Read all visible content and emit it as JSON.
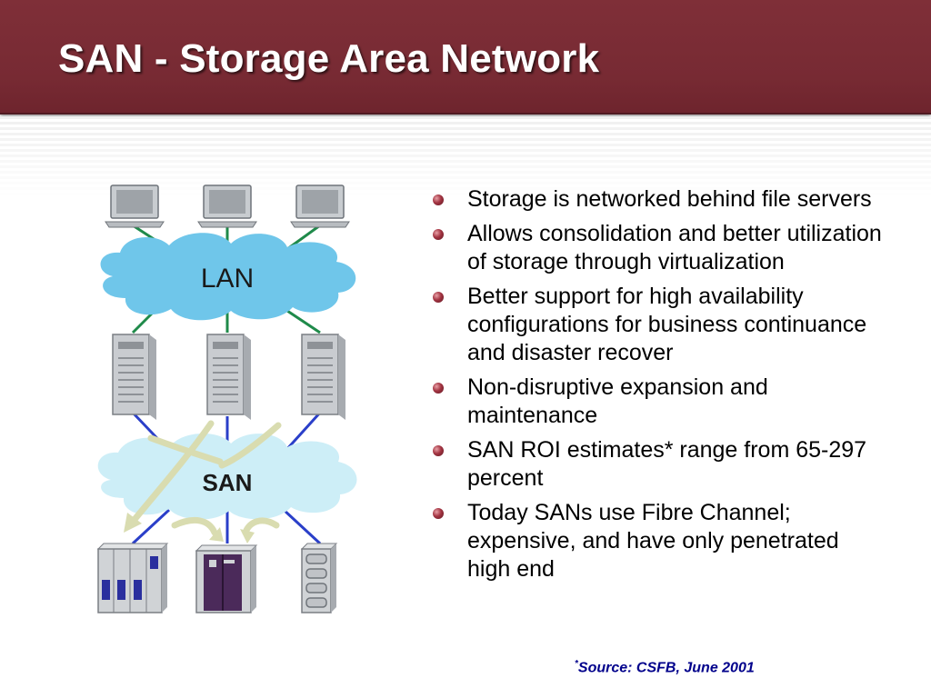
{
  "slide": {
    "title": "SAN - Storage Area Network"
  },
  "diagram": {
    "lan_label": "LAN",
    "san_label": "SAN",
    "client_icon": "desktop-computer-icon",
    "server_icon": "tower-server-icon",
    "storage_icons": [
      "disk-array-icon",
      "tape-library-icon",
      "disk-stack-icon"
    ],
    "colors": {
      "lan_cloud": "#6fc6ea",
      "san_cloud": "#cdeef7",
      "lan_links": "#1f8a4a",
      "san_links": "#2a3fc9",
      "data_paths": "#d9dcb0"
    }
  },
  "bullets": [
    "Storage is networked behind file servers",
    "Allows consolidation and better utilization of storage through virtualization",
    "Better support for high availability configurations for business continuance and disaster recover",
    "Non-disruptive expansion and maintenance",
    "SAN ROI estimates* range from 65-297 percent",
    "Today SANs use Fibre Channel; expensive, and have only penetrated high end"
  ],
  "footnote": {
    "star": "*",
    "text": "Source: CSFB, June 2001"
  },
  "colors": {
    "title_bar": "#772a33",
    "bullet": "#a33442",
    "footnote": "#00008b"
  }
}
